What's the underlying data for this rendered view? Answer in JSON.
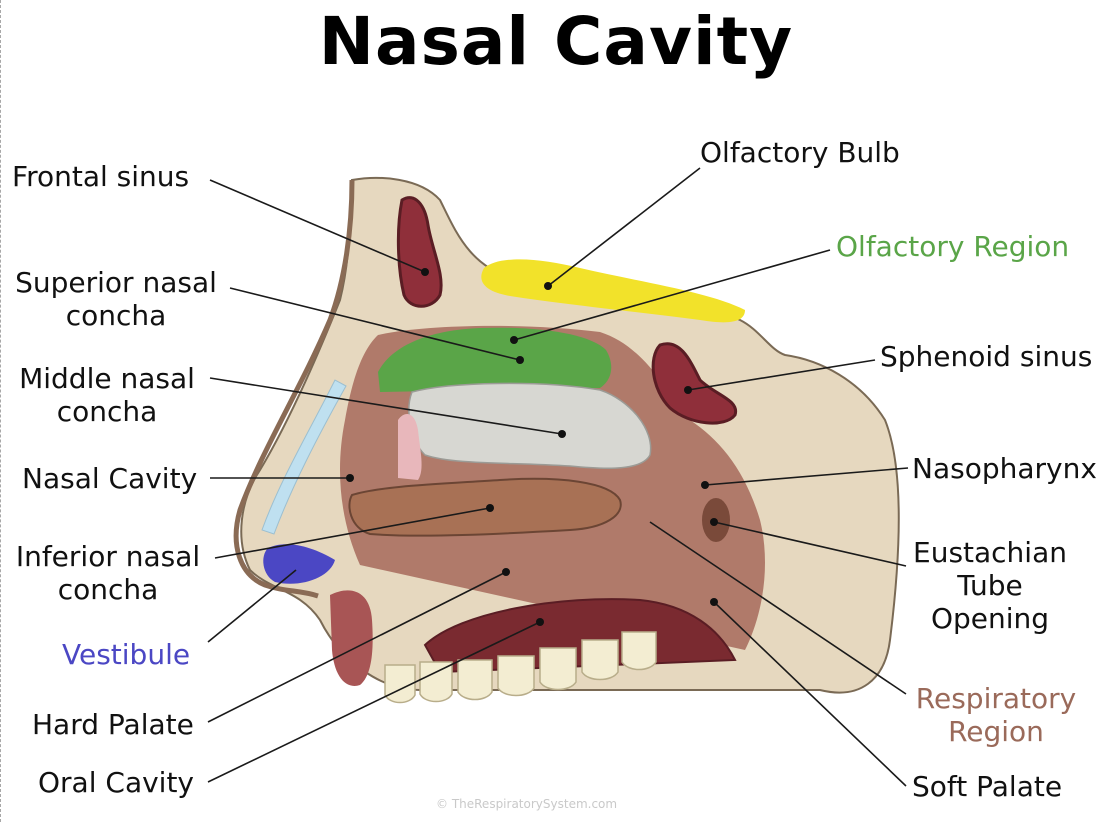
{
  "title": "Nasal Cavity",
  "labels": {
    "frontal_sinus": "Frontal sinus",
    "superior_concha_1": "Superior nasal",
    "superior_concha_2": "concha",
    "middle_concha_1": "Middle nasal",
    "middle_concha_2": "concha",
    "nasal_cavity": "Nasal Cavity",
    "inferior_concha_1": "Inferior nasal",
    "inferior_concha_2": "concha",
    "vestibule": "Vestibule",
    "hard_palate": "Hard Palate",
    "oral_cavity": "Oral Cavity",
    "olfactory_bulb": "Olfactory Bulb",
    "olfactory_region": "Olfactory Region",
    "sphenoid_sinus": "Sphenoid sinus",
    "nasopharynx": "Nasopharynx",
    "eustachian_1": "Eustachian",
    "eustachian_2": "Tube",
    "eustachian_3": "Opening",
    "respiratory_1": "Respiratory",
    "respiratory_2": "Region",
    "soft_palate": "Soft Palate"
  },
  "watermark": "© TheRespiratorySystem.com",
  "colors": {
    "olfactory_region": "#5aa548",
    "vestibule": "#4b47c4",
    "respiratory_region": "#9a6a5a",
    "olfactory_bulb": "#f2e22a",
    "sinus": "#8f2f3a",
    "bone": "#e6d8bf",
    "cavity_tissue": "#b07a6a"
  }
}
